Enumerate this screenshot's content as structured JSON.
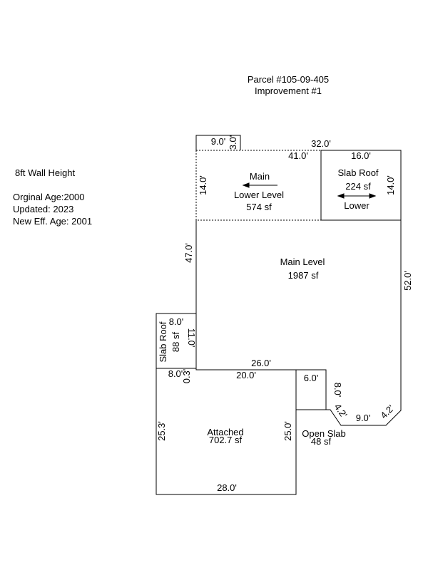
{
  "header": {
    "parcel": "Parcel #105-09-405",
    "improvement": "Improvement #1"
  },
  "info": {
    "wall_height": "8ft Wall Height",
    "original_age": "Orginal Age:2000",
    "updated": "Updated: 2023",
    "new_eff_age": "New Eff. Age: 2001"
  },
  "areas": {
    "main_lower": {
      "name": "Main",
      "sub": "Lower Level",
      "sf": "574 sf"
    },
    "slab_roof_top": {
      "name": "Slab Roof",
      "sf": "224 sf",
      "sub": "Lower"
    },
    "main_level": {
      "name": "Main Level",
      "sf": "1987 sf"
    },
    "slab_roof_side": {
      "name": "Slab Roof",
      "sf": "88 sf"
    },
    "attached": {
      "name": "Attached",
      "sf": "702.7 sf"
    },
    "open_slab": {
      "name": "Open Slab",
      "sf": "48 sf"
    }
  },
  "dims": {
    "top_small_w": "9.0'",
    "top_small_h": "3.0'",
    "top_total": "32.0'",
    "lower_w": "41.0'",
    "slab_w": "16.0'",
    "lower_h": "14.0'",
    "slab_h": "14.0'",
    "left_main": "47.0'",
    "right_main": "52.0'",
    "side_slab_w": "8.0'",
    "side_slab_h": "11.0'",
    "bottom_main": "26.0'",
    "garage_left_w": "8.0'",
    "garage_step": "0.3'",
    "garage_top": "20.0'",
    "open_w": "6.0'",
    "open_h": "8.0'",
    "diag1": "4.2'",
    "bottom_short": "9.0'",
    "diag2": "4.2'",
    "garage_left_h": "25.3'",
    "garage_right_h": "25.0'",
    "garage_bottom": "28.0'"
  }
}
